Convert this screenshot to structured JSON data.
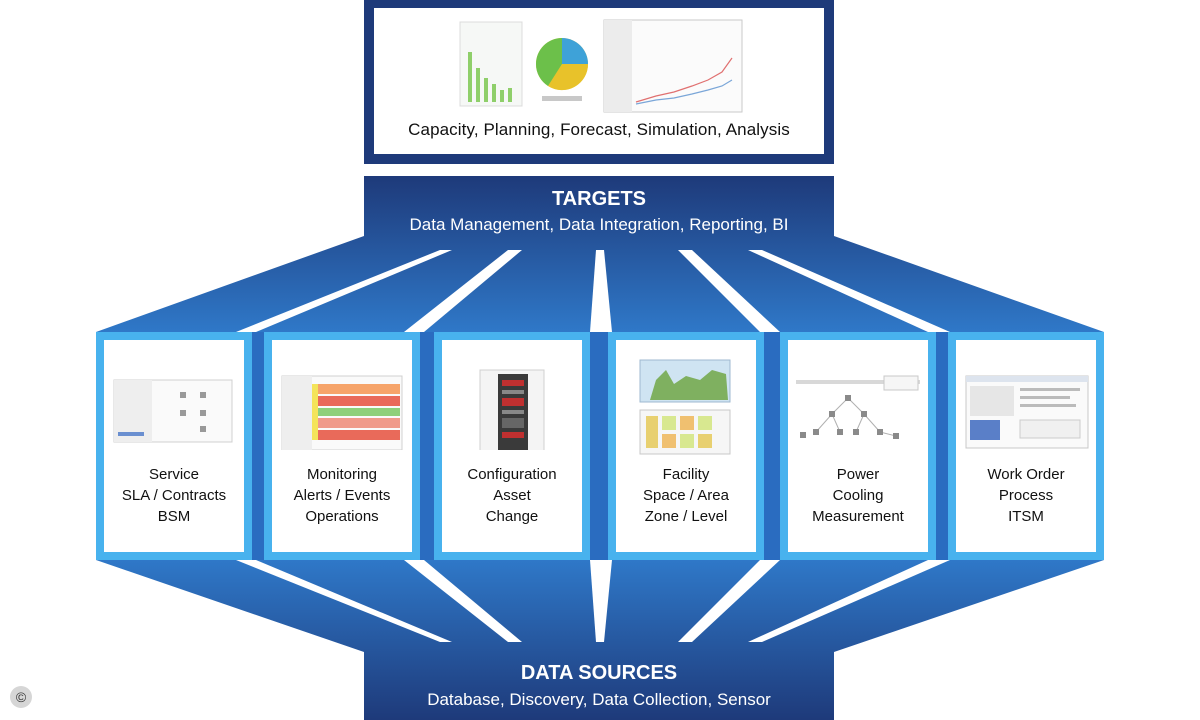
{
  "analysis": {
    "caption": "Capacity, Planning, Forecast, Simulation, Analysis"
  },
  "targets": {
    "title": "TARGETS",
    "subtitle": "Data Management, Data Integration, Reporting, BI"
  },
  "data_sources": {
    "title": "DATA SOURCES",
    "subtitle": "Database, Discovery, Data Collection, Sensor"
  },
  "cards": [
    {
      "lines": [
        "Service",
        "SLA / Contracts",
        "BSM"
      ]
    },
    {
      "lines": [
        "Monitoring",
        "Alerts / Events",
        "Operations"
      ]
    },
    {
      "lines": [
        "Configuration",
        "Asset",
        "Change"
      ]
    },
    {
      "lines": [
        "Facility",
        "Space / Area",
        "Zone / Level"
      ]
    },
    {
      "lines": [
        "Power",
        "Cooling",
        "Measurement"
      ]
    },
    {
      "lines": [
        "Work Order",
        "Process",
        "ITSM"
      ]
    }
  ],
  "copyright": "©",
  "colors": {
    "navy": "#1e3a7a",
    "light_blue": "#48b2ee",
    "mid_blue": "#2f6fbf"
  }
}
